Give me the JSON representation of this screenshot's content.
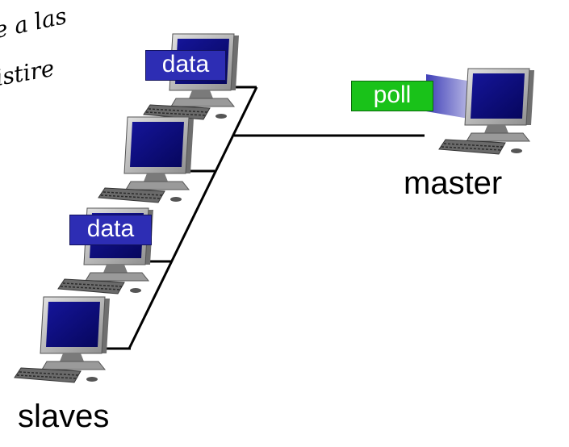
{
  "handwriting": [
    "e a las",
    "istire"
  ],
  "labels": {
    "master": "master",
    "slaves": "slaves"
  },
  "tags": {
    "data_top": "data",
    "poll": "poll",
    "data_mid": "data"
  },
  "colors": {
    "data_tag": "#2d2db4",
    "poll_tag": "#19c219",
    "screen": "#0a0a8c",
    "monitor_body": "#c9c9c9",
    "wire": "#000000"
  },
  "icons": [
    "computer-icon"
  ]
}
